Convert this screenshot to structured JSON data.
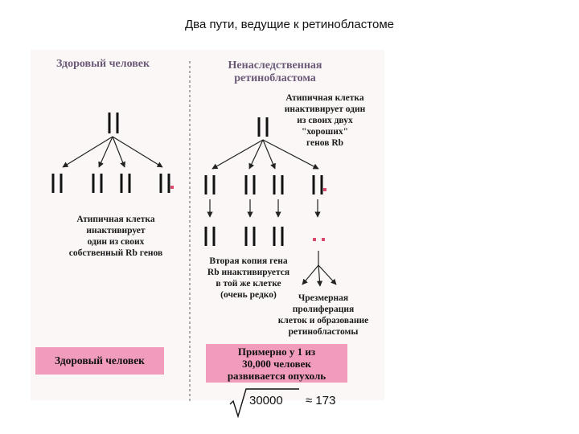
{
  "title": "Два пути, ведущие к ретинобластоме",
  "left_column": {
    "header": "Здоровый человек",
    "caption_lines": [
      "Атипичная клетка",
      "инактивирует",
      "один из своих",
      "собственный Rb генов"
    ],
    "result": "Здоровый человек"
  },
  "right_column": {
    "header_lines": [
      "Ненаследственная",
      "ретинобластома"
    ],
    "note_lines": [
      "Атипичная клетка",
      "инактивирует один",
      "из своих двух",
      "\"хороших\"",
      "генов Rb"
    ],
    "second_copy_lines": [
      "Вторая копия гена",
      "Rb инактивируется",
      "в той же клетке",
      "(очень редко)"
    ],
    "proliferation_lines": [
      "Чрезмерная",
      "пролиферация",
      "клеток и образование",
      "ретинобластомы"
    ],
    "result_lines": [
      "Примерно у 1 из",
      "30,000 человек",
      "развивается опухоль"
    ]
  },
  "formula": {
    "radicand": "30000",
    "result": "≈ 173"
  },
  "colors": {
    "header": "#6b5a78",
    "result_box": "#f19cbc",
    "mutation_mark": "#d94a6a"
  }
}
